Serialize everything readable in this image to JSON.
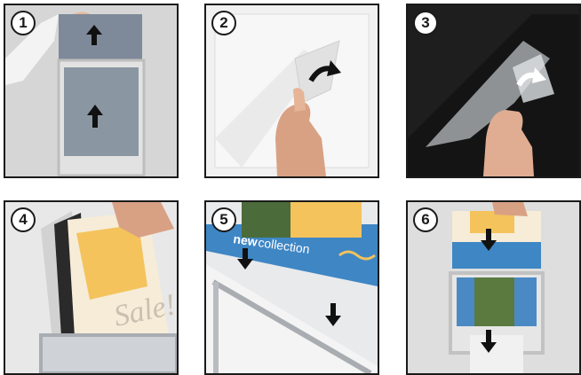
{
  "steps": [
    {
      "number": "1"
    },
    {
      "number": "2"
    },
    {
      "number": "3"
    },
    {
      "number": "4"
    },
    {
      "number": "5"
    },
    {
      "number": "6"
    }
  ],
  "poster": {
    "brand_new": "new",
    "brand_collection": "collection",
    "sale_script": "Sale!"
  },
  "icons": {
    "up_arrow": "arrow-up-icon",
    "down_arrow": "arrow-down-icon",
    "curved_arrow": "curved-arrow-icon"
  },
  "colors": {
    "frame_border": "#1a1a1a",
    "arrow": "#111111",
    "poster_blue": "#3f86c4",
    "poster_yellow": "#f4c35c"
  }
}
